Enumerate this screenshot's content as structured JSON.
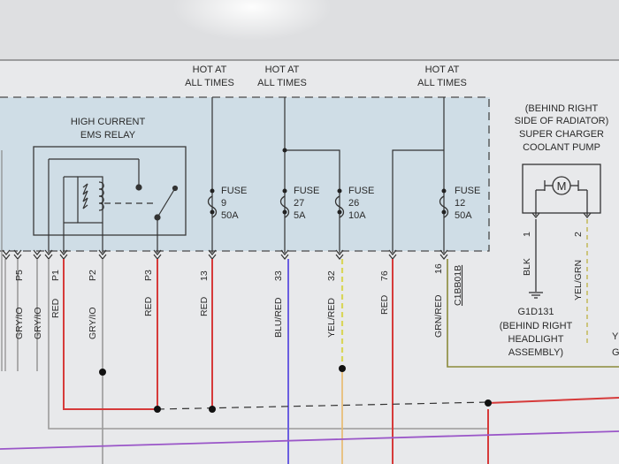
{
  "hot_labels": [
    {
      "line1": "HOT AT",
      "line2": "ALL TIMES"
    },
    {
      "line1": "HOT AT",
      "line2": "ALL TIMES"
    },
    {
      "line1": "HOT AT",
      "line2": "ALL TIMES"
    }
  ],
  "relay": {
    "line1": "HIGH CURRENT",
    "line2": "EMS RELAY"
  },
  "fuses": [
    {
      "label": "FUSE",
      "number": "9",
      "rating": "50A"
    },
    {
      "label": "FUSE",
      "number": "27",
      "rating": "5A"
    },
    {
      "label": "FUSE",
      "number": "26",
      "rating": "10A"
    },
    {
      "label": "FUSE",
      "number": "12",
      "rating": "50A"
    }
  ],
  "pump": {
    "line1": "(BEHIND RIGHT",
    "line2": "SIDE OF RADIATOR)",
    "line3": "SUPER CHARGER",
    "line4": "COOLANT PUMP",
    "motor": "M",
    "pin1": "1",
    "pin2": "2",
    "wire1": "BLK",
    "wire2": "YEL/GRN"
  },
  "ground": {
    "id": "G1D131",
    "line1": "(BEHIND RIGHT",
    "line2": "HEADLIGHT",
    "line3": "ASSEMBLY)"
  },
  "pins": [
    "P5",
    "P1",
    "P2",
    "P3",
    "13",
    "33",
    "32",
    "76",
    "16"
  ],
  "wire_colors": [
    "GRY/IO",
    "GRY/IO",
    "RED",
    "GRY/IO",
    "RED",
    "RED",
    "BLU/RED",
    "YEL/RED",
    "RED",
    "GRN/RED"
  ],
  "connector": "C1BB01B",
  "edge_letters": [
    "Y",
    "G"
  ],
  "colors": {
    "red": "#d63a3a",
    "purple": "#9a56c8",
    "blue": "#6a5ee0",
    "yellow": "#d9d65a",
    "olive": "#8a8a3a",
    "panel": "#cfdde6"
  }
}
